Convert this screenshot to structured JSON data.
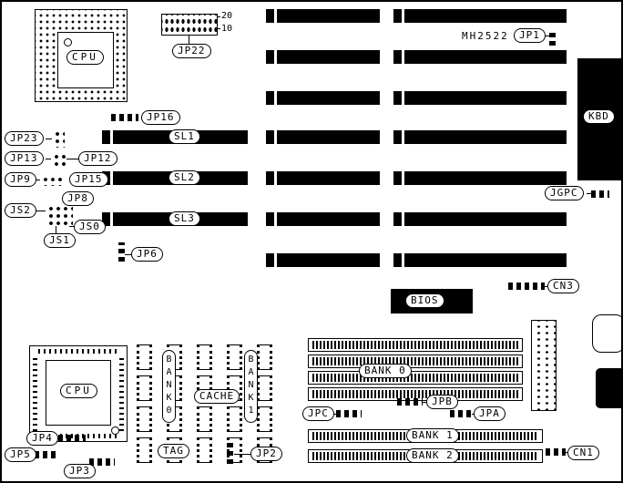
{
  "board": {
    "model": "MH2522"
  },
  "chips": {
    "cpu_socket": "CPU",
    "cpu_chip": "CPU",
    "bios": "BIOS",
    "kbd": "KBD"
  },
  "slots": {
    "sl1": "SL1",
    "sl2": "SL2",
    "sl3": "SL3"
  },
  "memory": {
    "bank0": "BANK 0",
    "bank1": "BANK 1",
    "bank2": "BANK 2"
  },
  "cache": {
    "bank0": "BANK0",
    "bank1": "BANK1",
    "cache": "CACHE",
    "tag": "TAG"
  },
  "jumpers": {
    "jp1": "JP1",
    "jp2": "JP2",
    "jp3": "JP3",
    "jp4": "JP4",
    "jp5": "JP5",
    "jp6": "JP6",
    "jp8": "JP8",
    "jp9": "JP9",
    "jp12": "JP12",
    "jp13": "JP13",
    "jp15": "JP15",
    "jp16": "JP16",
    "jp22": "JP22",
    "jp23": "JP23",
    "jpa": "JPA",
    "jpb": "JPB",
    "jpc": "JPC",
    "js0": "JS0",
    "js1": "JS1",
    "js2": "JS2"
  },
  "connectors": {
    "jgpc": "JGPC",
    "cn1": "CN1",
    "cn3": "CN3"
  },
  "pin_labels": {
    "jp22_top": "20",
    "jp22_bottom": "10"
  }
}
